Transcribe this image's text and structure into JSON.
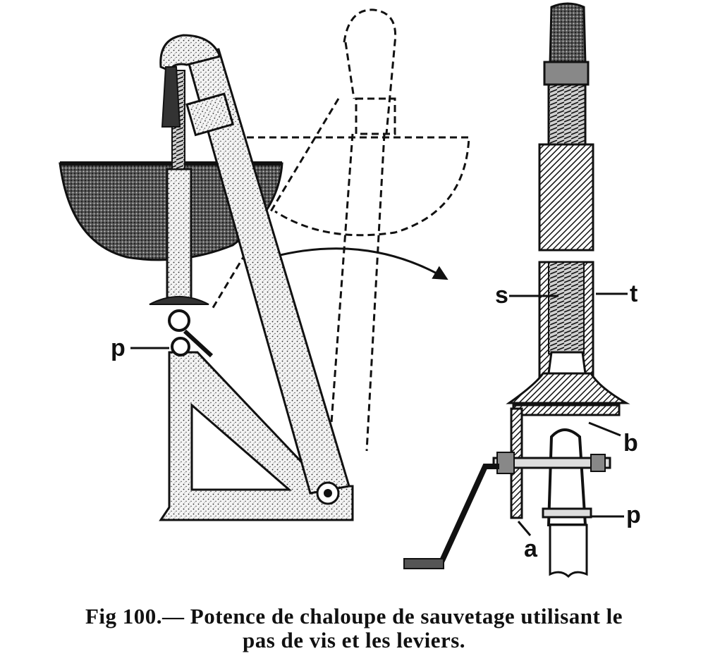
{
  "figure": {
    "labels": {
      "p_left": "p",
      "s": "s",
      "t": "t",
      "b": "b",
      "p_right": "p",
      "a": "a"
    }
  },
  "caption": {
    "line1": "Fig 100.— Potence de chaloupe de sauvetage utilisant le",
    "line2": "pas de vis et les leviers."
  }
}
